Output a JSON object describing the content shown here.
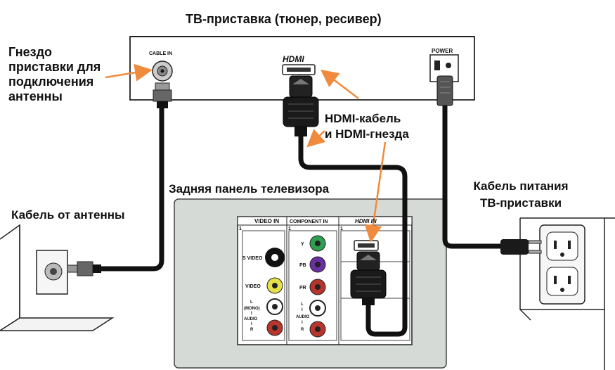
{
  "title": "ТВ-приставка (тюнер, ресивер)",
  "labels": {
    "antenna_socket": [
      "Гнездо",
      "приставки для",
      "подключения",
      "антенны"
    ],
    "hdmi": [
      "HDMI-кабель",
      "и HDMI-гнезда"
    ],
    "tv_back": "Задняя панель телевизора",
    "antenna_cable": "Кабель от антенны",
    "power": [
      "Кабель питания",
      "ТВ-приставки"
    ]
  },
  "box": {
    "cable_in": "CABLE IN",
    "hdmi_logo": "HDMI",
    "power": "POWER"
  },
  "tv_panel": {
    "video_in": "VIDEO IN",
    "component_in": "COMPONENT IN",
    "hdmi_in": "HDMI IN",
    "col_num": "1",
    "s_video": "S VIDEO",
    "video": "VIDEO",
    "l_mono": [
      "L",
      "(MONO)",
      "I",
      "AUDIO",
      "I",
      "R"
    ],
    "y": "Y",
    "pb": "PB",
    "pr": "PR",
    "audio_lr": [
      "L",
      "I",
      "AUDIO",
      "I",
      "R"
    ]
  },
  "colors": {
    "arrow": "#f08a3c",
    "panel": "#d6dad6",
    "cable": "#111111",
    "jack_green": "#2e9e4f",
    "jack_purple": "#6a2fa0",
    "jack_red": "#b8352c",
    "jack_yellow": "#e6e04a"
  }
}
